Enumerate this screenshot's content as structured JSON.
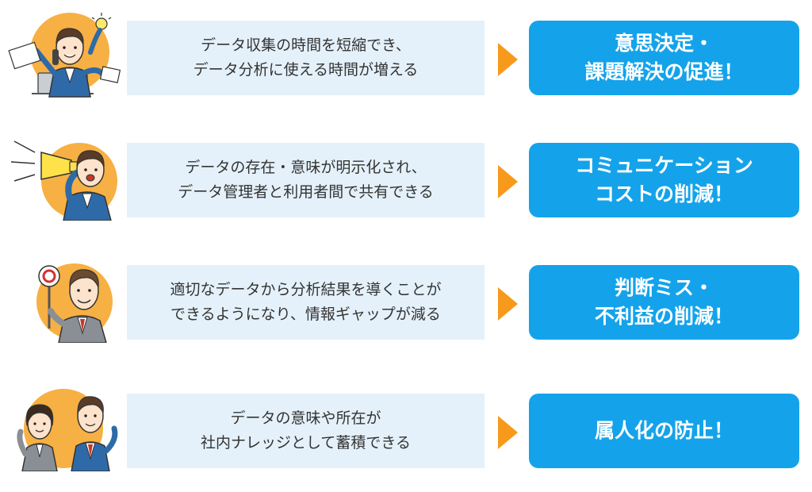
{
  "colors": {
    "desc_bg": "#e4f1fa",
    "result_bg": "#14a3ea",
    "arrow": "#f79a1c",
    "illustration_circle": "#f7b043"
  },
  "rows": [
    {
      "illustration": "busy-businessman-icon",
      "desc_lines": [
        "データ収集の時間を短縮でき、",
        "データ分析に使える時間が増える"
      ],
      "result_lines": [
        "意思決定・",
        "課題解決の促進！"
      ]
    },
    {
      "illustration": "megaphone-man-icon",
      "desc_lines": [
        "データの存在・意味が明示化され、",
        "データ管理者と利用者間で共有できる"
      ],
      "result_lines": [
        "コミュニケーション",
        "コストの削減！"
      ]
    },
    {
      "illustration": "sign-holding-man-icon",
      "desc_lines": [
        "適切なデータから分析結果を導くことが",
        "できるようになり、情報ギャップが減る"
      ],
      "result_lines": [
        "判断ミス・",
        "不利益の削減！"
      ]
    },
    {
      "illustration": "business-pair-icon",
      "desc_lines": [
        "データの意味や所在が",
        "社内ナレッジとして蓄積できる"
      ],
      "result_lines": [
        "属人化の防止！"
      ]
    }
  ]
}
